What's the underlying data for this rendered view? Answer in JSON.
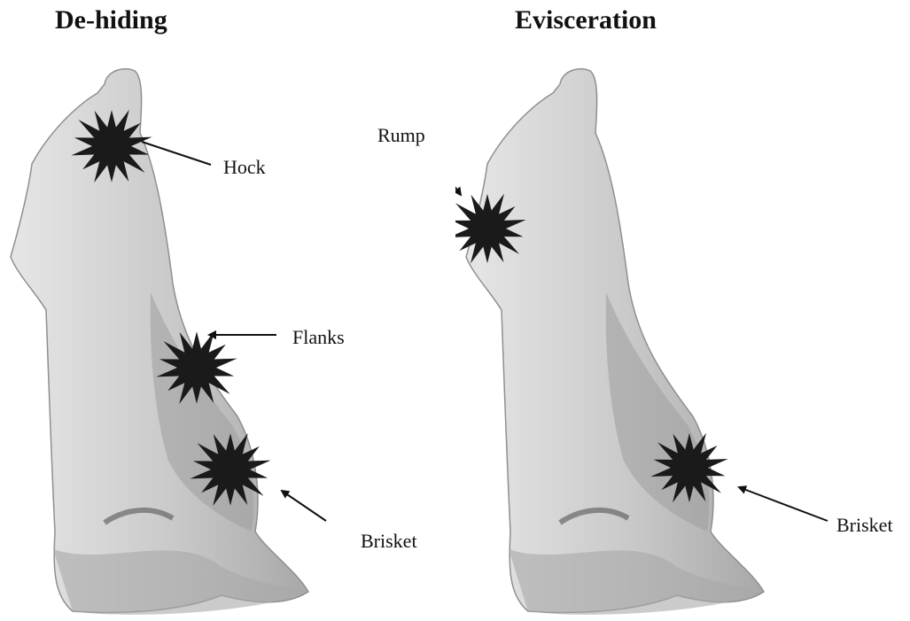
{
  "panels": [
    {
      "title": "De-hiding",
      "labels": {
        "hock": "Hock",
        "flanks": "Flanks",
        "brisket": "Brisket"
      }
    },
    {
      "title": "Evisceration",
      "labels": {
        "rump": "Rump",
        "brisket": "Brisket"
      }
    }
  ],
  "colors": {
    "carcass_fill": "#cfcfcf",
    "carcass_shade": "#9a9a9a",
    "marker": "#1a1a1a",
    "arrow": "#111111"
  },
  "icons": {
    "contamination_marker": "starburst-icon",
    "pointer": "arrow-icon"
  }
}
